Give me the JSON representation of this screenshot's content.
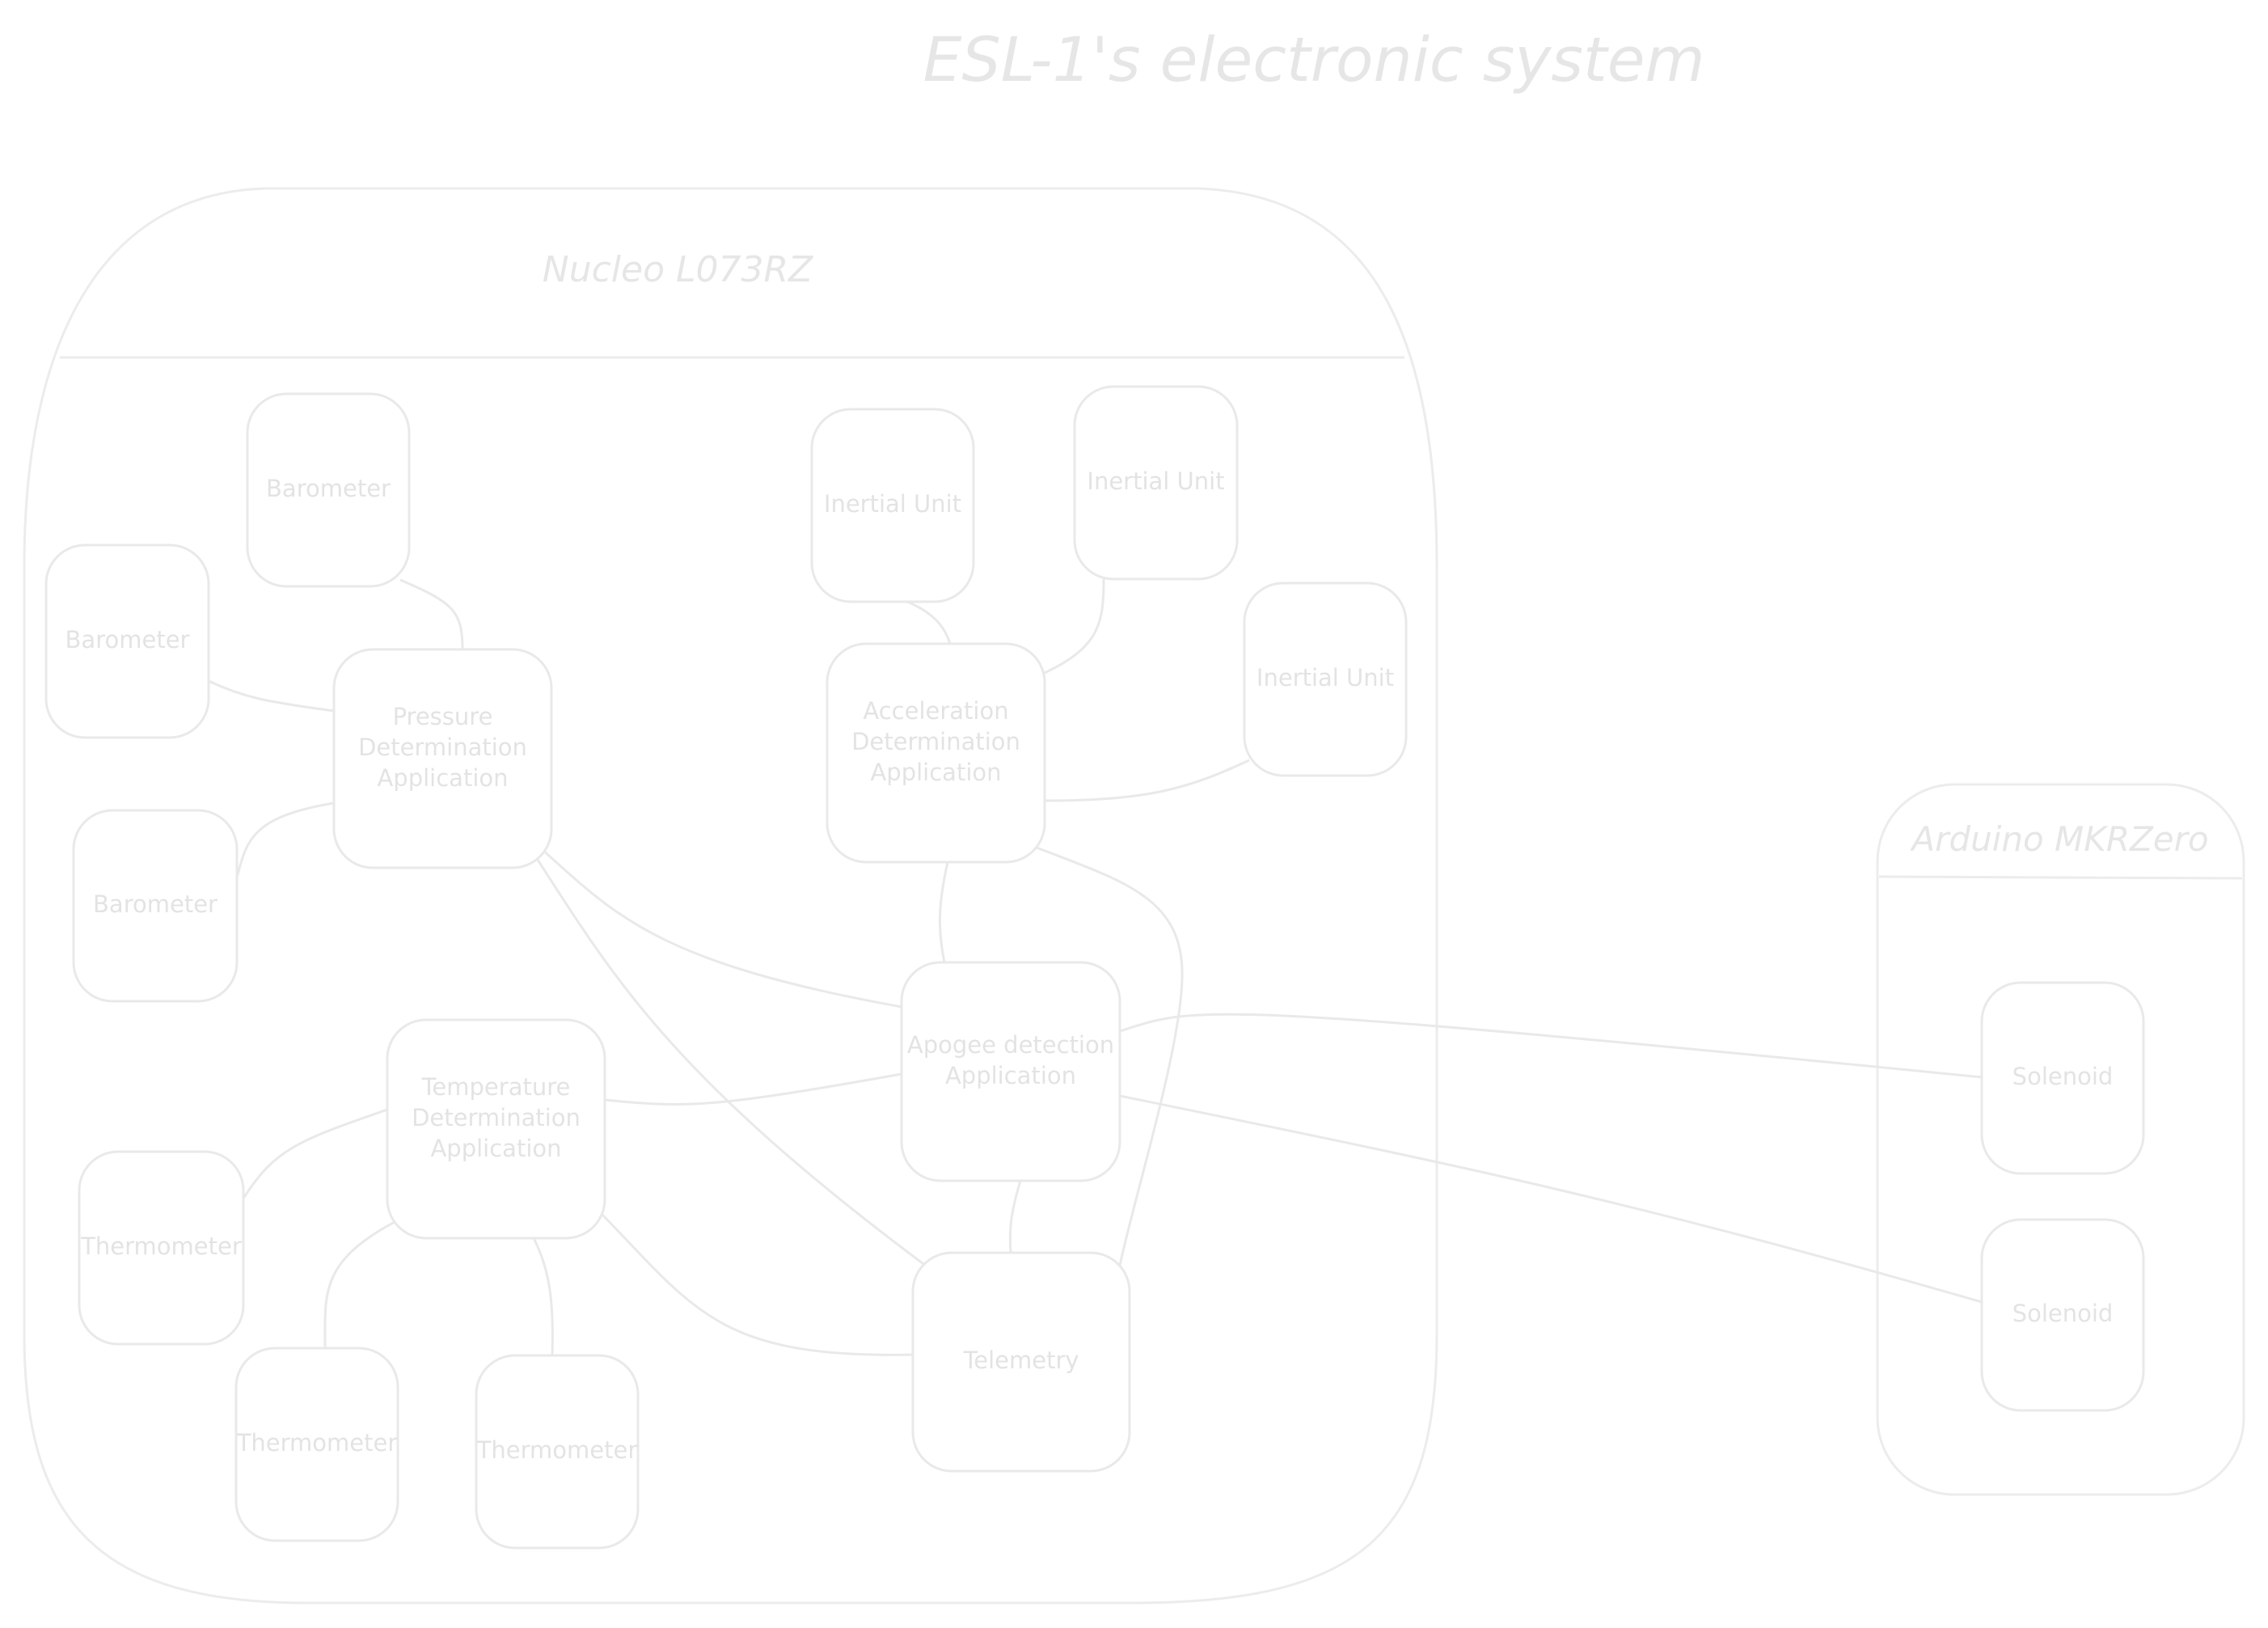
{
  "title": "ESL-1's electronic system",
  "containers": {
    "nucleo": {
      "label": "Nucleo L073RZ"
    },
    "arduino": {
      "label": "Arduino MKRZero"
    }
  },
  "nodes": {
    "barometer_1": {
      "label": [
        "Barometer"
      ]
    },
    "barometer_2": {
      "label": [
        "Barometer"
      ]
    },
    "barometer_3": {
      "label": [
        "Barometer"
      ]
    },
    "pressure_app": {
      "label": [
        "Pressure",
        "Determination",
        "Application"
      ]
    },
    "inertial_1": {
      "label": [
        "Inertial Unit"
      ]
    },
    "inertial_2": {
      "label": [
        "Inertial Unit"
      ]
    },
    "inertial_3": {
      "label": [
        "Inertial Unit"
      ]
    },
    "acceleration_app": {
      "label": [
        "Acceleration",
        "Determination",
        "Application"
      ]
    },
    "apogee_app": {
      "label": [
        "Apogee detection",
        "Application"
      ]
    },
    "temperature_app": {
      "label": [
        "Temperature",
        "Determination",
        "Application"
      ]
    },
    "thermometer_1": {
      "label": [
        "Thermometer"
      ]
    },
    "thermometer_2": {
      "label": [
        "Thermometer"
      ]
    },
    "thermometer_3": {
      "label": [
        "Thermometer"
      ]
    },
    "telemetry": {
      "label": [
        "Telemetry"
      ]
    },
    "solenoid_1": {
      "label": [
        "Solenoid"
      ]
    },
    "solenoid_2": {
      "label": [
        "Solenoid"
      ]
    }
  },
  "edges": [
    [
      "barometer_1",
      "pressure_app"
    ],
    [
      "barometer_2",
      "pressure_app"
    ],
    [
      "barometer_3",
      "pressure_app"
    ],
    [
      "inertial_1",
      "acceleration_app"
    ],
    [
      "inertial_2",
      "acceleration_app"
    ],
    [
      "inertial_3",
      "acceleration_app"
    ],
    [
      "pressure_app",
      "apogee_app"
    ],
    [
      "pressure_app",
      "telemetry"
    ],
    [
      "acceleration_app",
      "apogee_app"
    ],
    [
      "acceleration_app",
      "telemetry"
    ],
    [
      "temperature_app",
      "apogee_app"
    ],
    [
      "temperature_app",
      "telemetry"
    ],
    [
      "thermometer_1",
      "temperature_app"
    ],
    [
      "thermometer_2",
      "temperature_app"
    ],
    [
      "thermometer_3",
      "temperature_app"
    ],
    [
      "apogee_app",
      "telemetry"
    ],
    [
      "apogee_app",
      "solenoid_1"
    ],
    [
      "apogee_app",
      "solenoid_2"
    ]
  ]
}
